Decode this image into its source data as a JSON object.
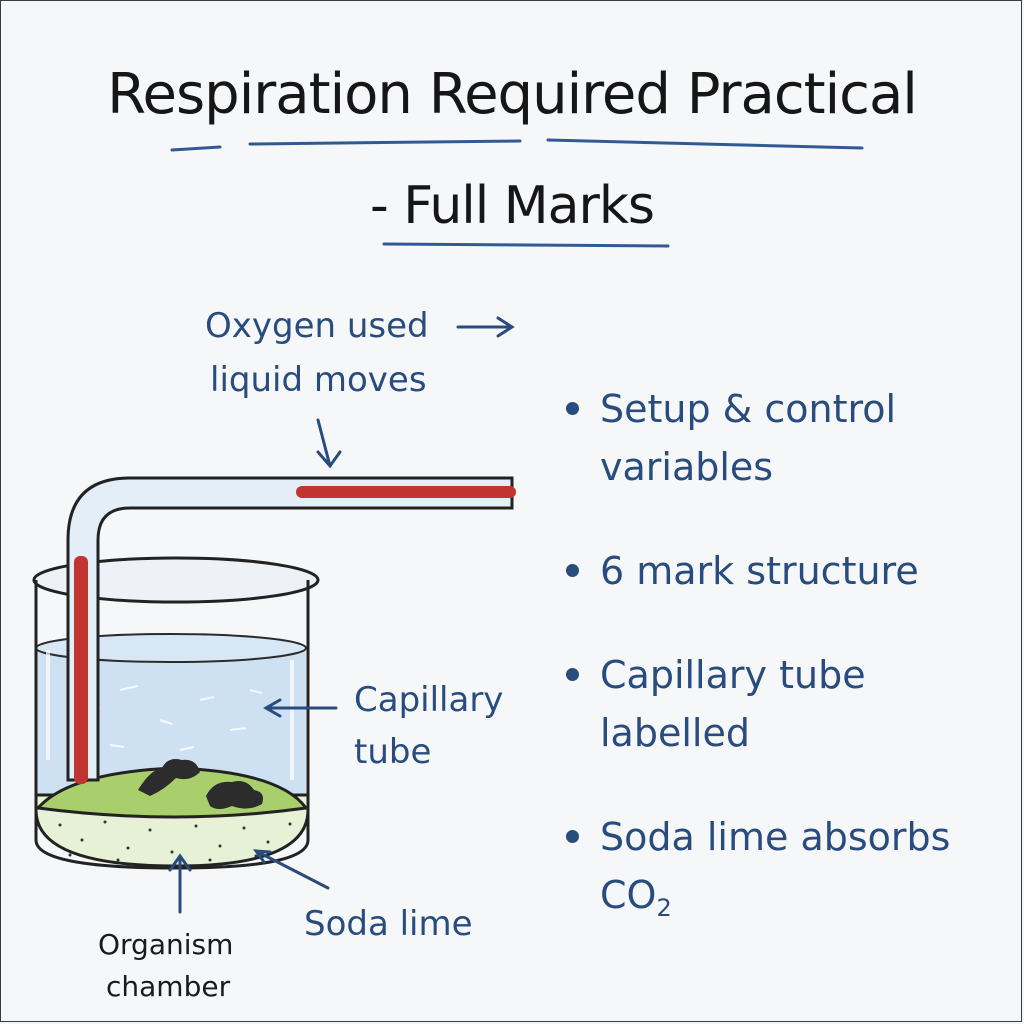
{
  "title": {
    "line1": "Respiration Required Practical",
    "line2": "- Full Marks"
  },
  "diagram": {
    "label_oxygen_line1": "Oxygen used",
    "label_oxygen_line2": "liquid moves",
    "label_capillary_line1": "Capillary",
    "label_capillary_line2": "tube",
    "label_soda_lime": "Soda lime",
    "label_organism_line1": "Organism",
    "label_organism_line2": "chamber"
  },
  "checklist": [
    {
      "text": "Setup & control variables"
    },
    {
      "text": "6 mark structure"
    },
    {
      "text": "Capillary tube labelled"
    },
    {
      "text": "Soda lime absorbs CO",
      "subscript": "2"
    }
  ],
  "colors": {
    "ink_blue": "#294c7e",
    "title_ink": "#161616",
    "liquid_red": "#c0352f",
    "water_blue": "#c9def1",
    "soda_lime_green": "#a8cf6c"
  }
}
